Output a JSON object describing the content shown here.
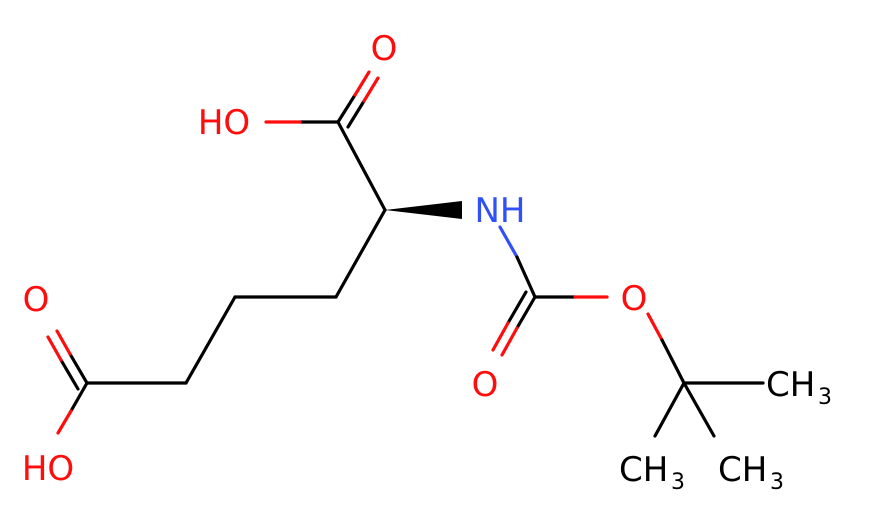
{
  "molecule": {
    "colors": {
      "carbon": "#000000",
      "oxygen": "#ff0d0d",
      "nitrogen": "#3050f8",
      "background": "#ffffff"
    },
    "labels": {
      "o_top": "O",
      "oh_top": "HO",
      "nh": "NH",
      "o_left": "O",
      "oh_left": "HO",
      "o_carbamate_ether": "O",
      "o_carbamate_carbonyl": "O",
      "ch3_right_main": "CH",
      "ch3_right_sub": "3",
      "ch3_bl_main": "CH",
      "ch3_bl_sub": "3",
      "ch3_br_main": "CH",
      "ch3_br_sub": "3"
    }
  }
}
